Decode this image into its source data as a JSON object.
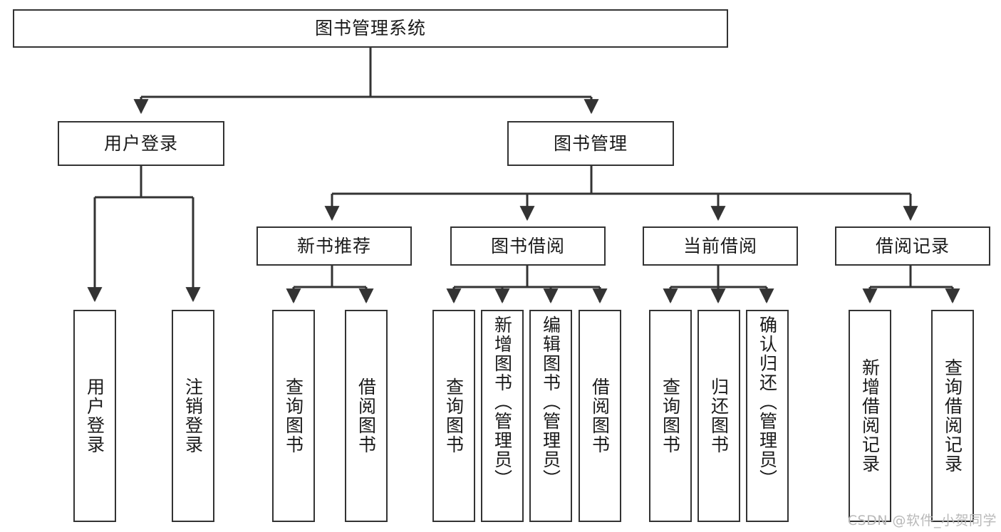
{
  "diagram": {
    "title": "图书管理系统",
    "watermark": "CSDN @软件_小贺同学",
    "line_color": "#333333",
    "box_fill": "#ffffff",
    "text_color": "#1a1a1a",
    "root": {
      "id": "root",
      "label": "图书管理系统"
    },
    "level2": [
      {
        "id": "user-login",
        "label": "用户登录"
      },
      {
        "id": "book-manage",
        "label": "图书管理"
      }
    ],
    "level3": [
      {
        "id": "new-book-recommend",
        "label": "新书推荐",
        "parent": "book-manage"
      },
      {
        "id": "book-borrow",
        "label": "图书借阅",
        "parent": "book-manage"
      },
      {
        "id": "current-borrow",
        "label": "当前借阅",
        "parent": "book-manage"
      },
      {
        "id": "borrow-record",
        "label": "借阅记录",
        "parent": "book-manage"
      }
    ],
    "leaves": [
      {
        "id": "leaf-user-login",
        "label": "用户登录",
        "parent": "user-login"
      },
      {
        "id": "leaf-logout-login",
        "label": "注销登录",
        "parent": "user-login"
      },
      {
        "id": "leaf-query-book-1",
        "label": "查询图书",
        "parent": "new-book-recommend"
      },
      {
        "id": "leaf-borrow-book-1",
        "label": "借阅图书",
        "parent": "new-book-recommend"
      },
      {
        "id": "leaf-query-book-2",
        "label": "查询图书",
        "parent": "book-borrow"
      },
      {
        "id": "leaf-add-book",
        "label": "新增图书（管理员）",
        "parent": "book-borrow"
      },
      {
        "id": "leaf-edit-book",
        "label": "编辑图书（管理员）",
        "parent": "book-borrow"
      },
      {
        "id": "leaf-borrow-book-2",
        "label": "借阅图书",
        "parent": "book-borrow"
      },
      {
        "id": "leaf-query-book-3",
        "label": "查询图书",
        "parent": "current-borrow"
      },
      {
        "id": "leaf-return-book",
        "label": "归还图书",
        "parent": "current-borrow"
      },
      {
        "id": "leaf-confirm-return",
        "label": "确认归还（管理员）",
        "parent": "current-borrow"
      },
      {
        "id": "leaf-add-borrow-record",
        "label": "新增借阅记录",
        "parent": "borrow-record"
      },
      {
        "id": "leaf-query-borrow-record",
        "label": "查询借阅记录",
        "parent": "borrow-record"
      }
    ]
  }
}
